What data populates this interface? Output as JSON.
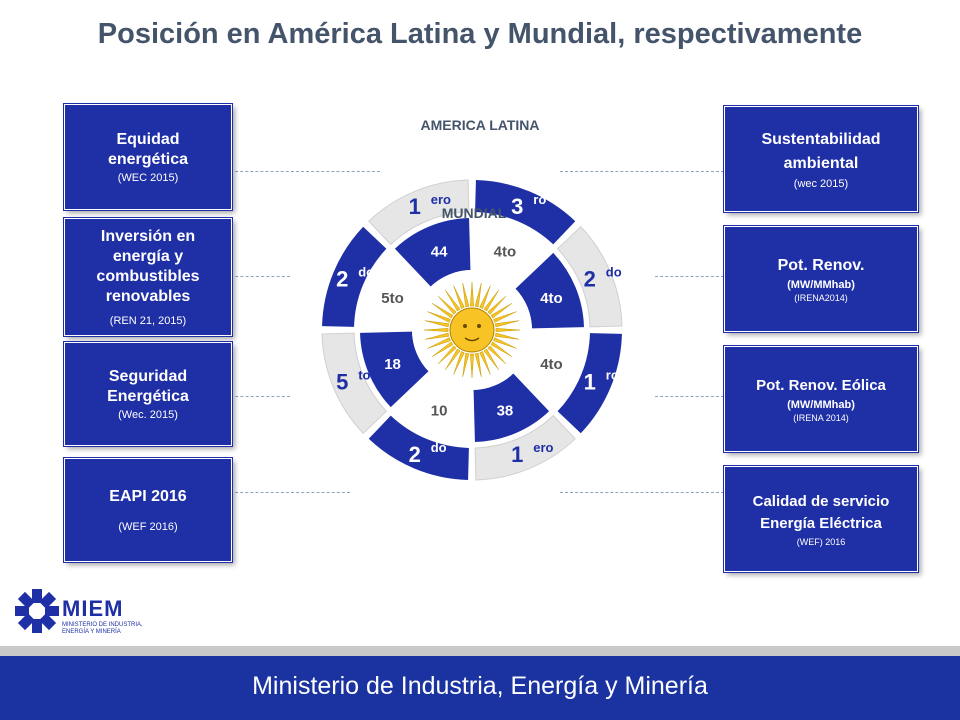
{
  "title": "Posición en América Latina y Mundial, respectivamente",
  "left_boxes": [
    {
      "main": "Equidad energética",
      "sub": "(WEC 2015)"
    },
    {
      "main": "Inversión en energía y combustibles renovables",
      "sub": "(REN 21, 2015)"
    },
    {
      "main": "Seguridad Energética",
      "sub": "(Wec. 2015)"
    },
    {
      "main": "EAPI 2016",
      "sub": "(WEF 2016)"
    }
  ],
  "right_boxes": [
    {
      "main": "Sustentabilidad ambiental",
      "sub": "(wec 2015)"
    },
    {
      "main": "Pot. Renov.",
      "subb": "(MW/MMhab)",
      "sub": "(IRENA2014)"
    },
    {
      "main": "Pot. Renov. Eólica",
      "subb": "(MW/MMhab)",
      "sub": "(IRENA 2014)"
    },
    {
      "main": "Calidad de servicio Energía Eléctrica",
      "sub": "(WEF)  2016"
    }
  ],
  "diagram": {
    "outer_label": "AMERICA LATINA",
    "inner_label": "MUNDIAL",
    "outer": [
      {
        "num": "3",
        "sup": "ro"
      },
      {
        "num": "2",
        "sup": "do"
      },
      {
        "num": "1",
        "sup": "ro"
      },
      {
        "num": "1",
        "sup": "ero"
      },
      {
        "num": "2",
        "sup": "do"
      },
      {
        "num": "5",
        "sup": "to"
      },
      {
        "num": "2",
        "sup": "do"
      },
      {
        "num": "1",
        "sup": "ero"
      }
    ],
    "inner": [
      "4to",
      "4to",
      "4to",
      "38",
      "10",
      "18",
      "5to",
      "44"
    ],
    "inner_split": [
      {
        "num": "4",
        "sup": "to"
      },
      {
        "num": "4",
        "sup": "to"
      },
      {
        "num": "4",
        "sup": "to"
      }
    ]
  },
  "logo": {
    "name": "MIEM",
    "subtitle": "MINISTERIO DE INDUSTRIA, ENERGÍA Y MINERÍA"
  },
  "footer": "Ministerio de Industria, Energía y Minería",
  "colors": {
    "blue": "#1f2fa6",
    "gray_ring": "#e6e6e6",
    "sun": "#f7c325"
  }
}
